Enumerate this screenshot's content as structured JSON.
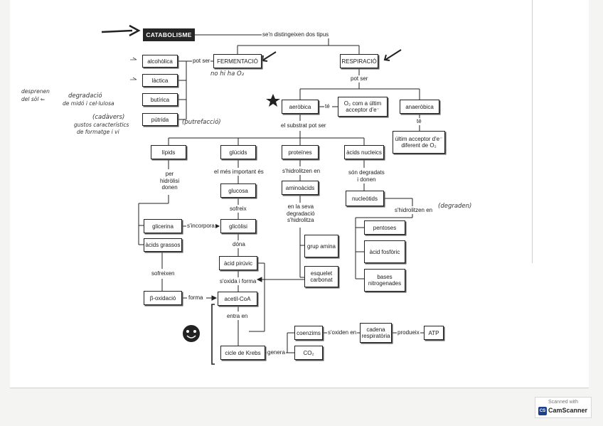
{
  "nodes": {
    "catabolisme": "CATABOLISME",
    "fermentacio": "FERMENTACIÓ",
    "respiracio": "RESPIRACIÓ",
    "alcoholica": "alcohòlica",
    "lactica": "làctica",
    "butirica": "butírica",
    "putrida": "pútrida",
    "aerobica": "aeròbica",
    "o2_acceptor": "O₂ com a últim acceptor d'e⁻",
    "anaerobica": "anaeròbica",
    "ultim_acceptor": "últim acceptor d'e⁻ diferent de O₂",
    "lipids": "lípids",
    "glucids": "glúcids",
    "proteines": "proteïnes",
    "acids_nucleics": "àcids nucleics",
    "glucosa": "glucosa",
    "aminoacids": "aminoàcids",
    "nucleotids": "nucleòtids",
    "glicerina": "glicerina",
    "glicolisi": "glicòlisi",
    "acids_grassos": "àcids grassos",
    "acid_piruvic": "àcid pirúvic",
    "grup_amina": "grup amina",
    "esquelet_carbonat": "esquelet carbonat",
    "pentoses": "pentoses",
    "acid_fosforic": "àcid fosfòric",
    "bases_nitrogenades": "bases nitrogenades",
    "beta_oxidacio": "β-oxidació",
    "acetil_coa": "acetil-CoA",
    "coenzims": "coenzims",
    "cadena_respiratoria": "cadena respiratòria",
    "atp": "ATP",
    "cicle_krebs": "cicle de Krebs",
    "co2": "CO₂"
  },
  "labels": {
    "distingeixen": "se'n distingeixen dos tipus",
    "pot_ser_ferm": "pot ser",
    "pot_ser_resp": "pot ser",
    "te_aer": "té",
    "te_anaer": "té",
    "substrat": "el substrat pot ser",
    "per_hidrolisi": "per\nhidròlisi\ndonen",
    "mes_important": "el més important és",
    "shidrolitzen": "s'hidrolitzen en",
    "son_degradats": "són degradats\ni donen",
    "sofreix": "sofreix",
    "sincorpora": "s'incorpora",
    "en_la_seva": "en la seva\ndegradació\ns'hidrolitza",
    "shidrolitzen_nuc": "s'hidrolitzen en",
    "dona": "dóna",
    "soxida": "s'oxida i forma",
    "sofreixen": "sofreixen",
    "forma": "forma",
    "entra_en": "entra en",
    "soxiden_en": "s'oxiden en",
    "produeix": "produeix",
    "genera": "genera"
  },
  "handwritten": {
    "no_hi_ha": "no hi ha O₂",
    "desc_left_1": "desprenen",
    "desc_left_2": "del sòl ⇐",
    "degradacio": "degradació",
    "de_midó": "de midó i cel·lulosa",
    "cadavers": "(cadàvers)",
    "gustos": "gustos característics",
    "formatge": "de formatge i vi",
    "putrefaccio": "(putrefacció)",
    "degraden": "(degraden)"
  },
  "watermark": {
    "line1": "Scanned with",
    "brand": "CamScanner",
    "logo": "CS"
  }
}
